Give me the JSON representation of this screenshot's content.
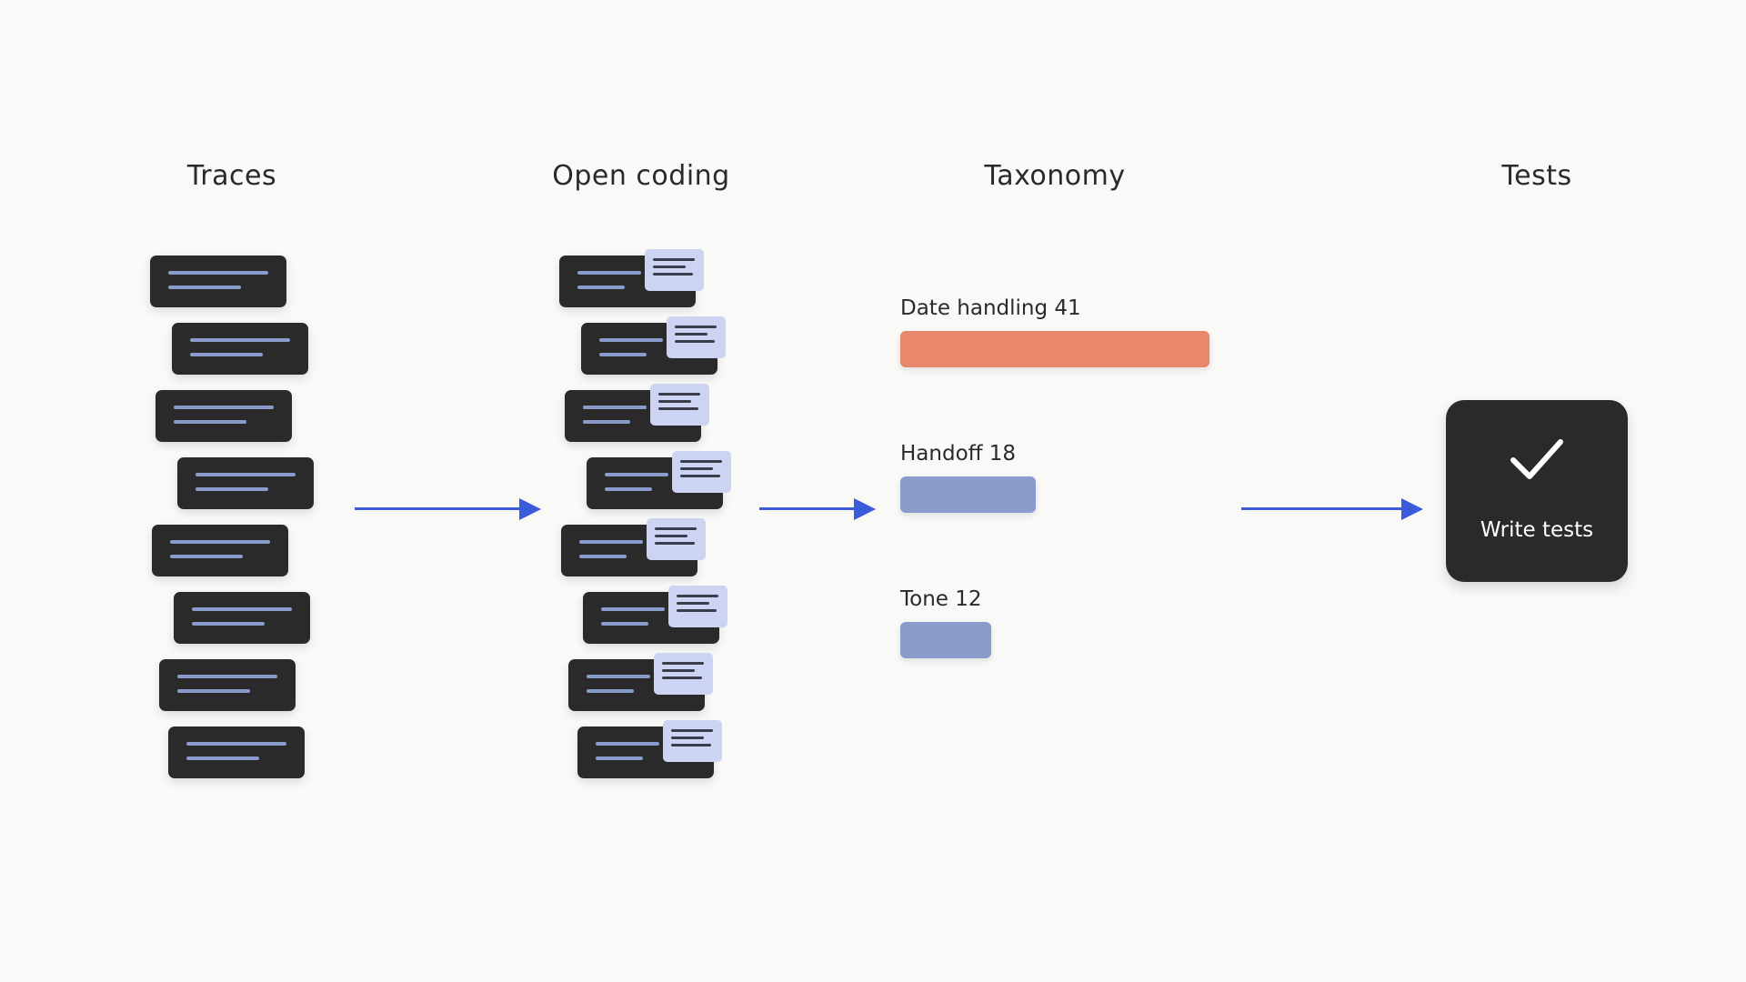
{
  "columns": {
    "traces": "Traces",
    "open_coding": "Open coding",
    "taxonomy": "Taxonomy",
    "tests": "Tests"
  },
  "taxonomy": [
    {
      "label": "Date handling 41",
      "count": 41,
      "color": "#e9876a"
    },
    {
      "label": "Handoff 18",
      "count": 18,
      "color": "#8a9ccb"
    },
    {
      "label": "Tone 12",
      "count": 12,
      "color": "#8a9ccb"
    }
  ],
  "tests": {
    "label": "Write tests",
    "icon": "checkmark-icon"
  },
  "colors": {
    "card": "#2a2a2a",
    "card_line": "#8a9ccb",
    "note": "#cdd3f2",
    "arrow": "#3b5bdb",
    "highlight": "#e9876a",
    "background": "#f9f9f8"
  }
}
